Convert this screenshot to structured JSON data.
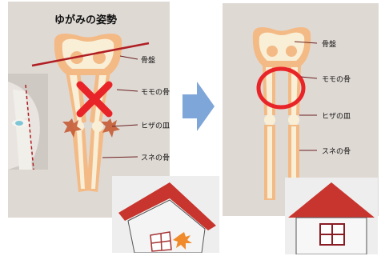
{
  "left_panel": {
    "title": "ゆがみの姿勢",
    "labels": {
      "pelvis": "骨盤",
      "femur": "モモの骨",
      "patella": "ヒザの皿",
      "tibia": "スネの骨"
    },
    "status": "distorted"
  },
  "right_panel": {
    "labels": {
      "pelvis": "骨盤",
      "femur": "モモの骨",
      "patella": "ヒザの皿",
      "tibia": "スネの骨"
    },
    "status": "aligned"
  },
  "arrow": "right-arrow-icon",
  "colors": {
    "bone": "#f8efd6",
    "muscle": "#f3ba86",
    "poster_bg": "#dfd9d4",
    "red": "#e82428",
    "arrow": "#7fa6d8",
    "roof": "#c8352e"
  }
}
